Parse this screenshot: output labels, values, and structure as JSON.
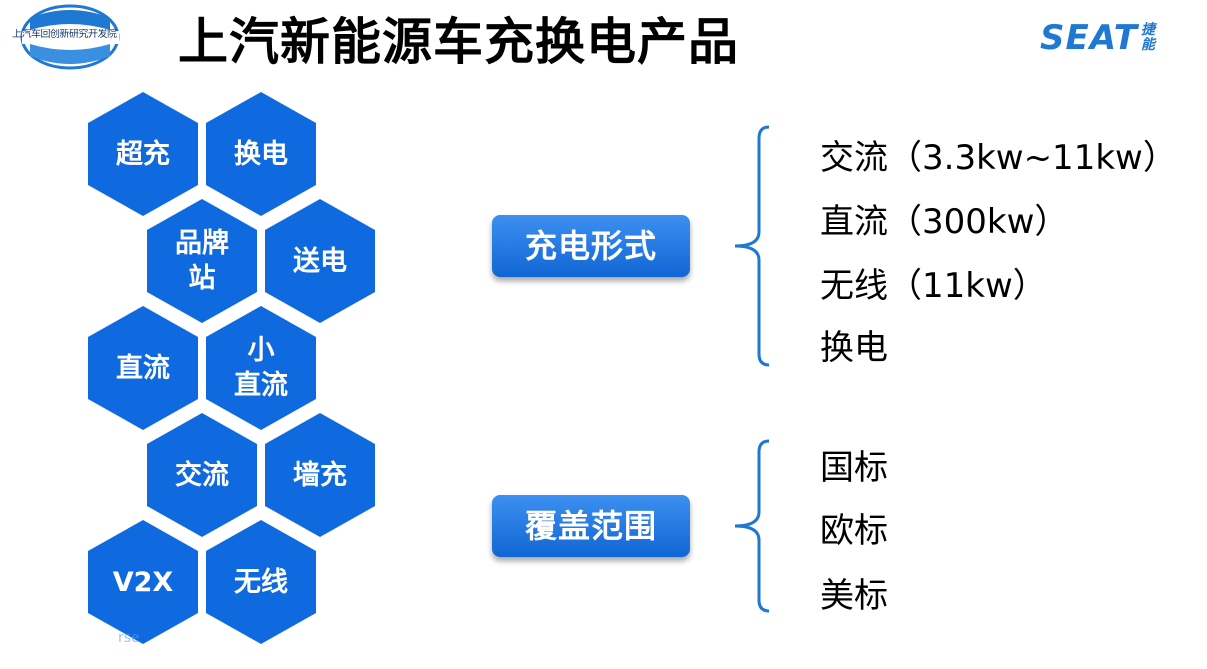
{
  "header": {
    "logo_left_text": "上汽车回创新研究开发院",
    "title": "上汽新能源车充换电产品",
    "brand_word": "SEAT",
    "brand_sub": [
      "捷",
      "能"
    ]
  },
  "hexagons": [
    {
      "label": "超充"
    },
    {
      "label": "换电"
    },
    {
      "label": "品牌\n站"
    },
    {
      "label": "送电"
    },
    {
      "label": "直流"
    },
    {
      "label": "小\n直流"
    },
    {
      "label": "交流"
    },
    {
      "label": "墙充"
    },
    {
      "label": "V2X"
    },
    {
      "label": "无线"
    }
  ],
  "watermark": "rse",
  "categories": [
    {
      "label": "充电形式",
      "items": [
        "交流（3.3kw~11kw）",
        "直流（300kw）",
        "无线（11kw）",
        "换电"
      ]
    },
    {
      "label": "覆盖范围",
      "items": [
        "国标",
        "欧标",
        "美标"
      ]
    }
  ],
  "colors": {
    "hex_blue": "#0f6ae0",
    "button_blue": "#1b74e0",
    "brace_blue": "#1f78d1",
    "brand_blue": "#1f78d1"
  }
}
